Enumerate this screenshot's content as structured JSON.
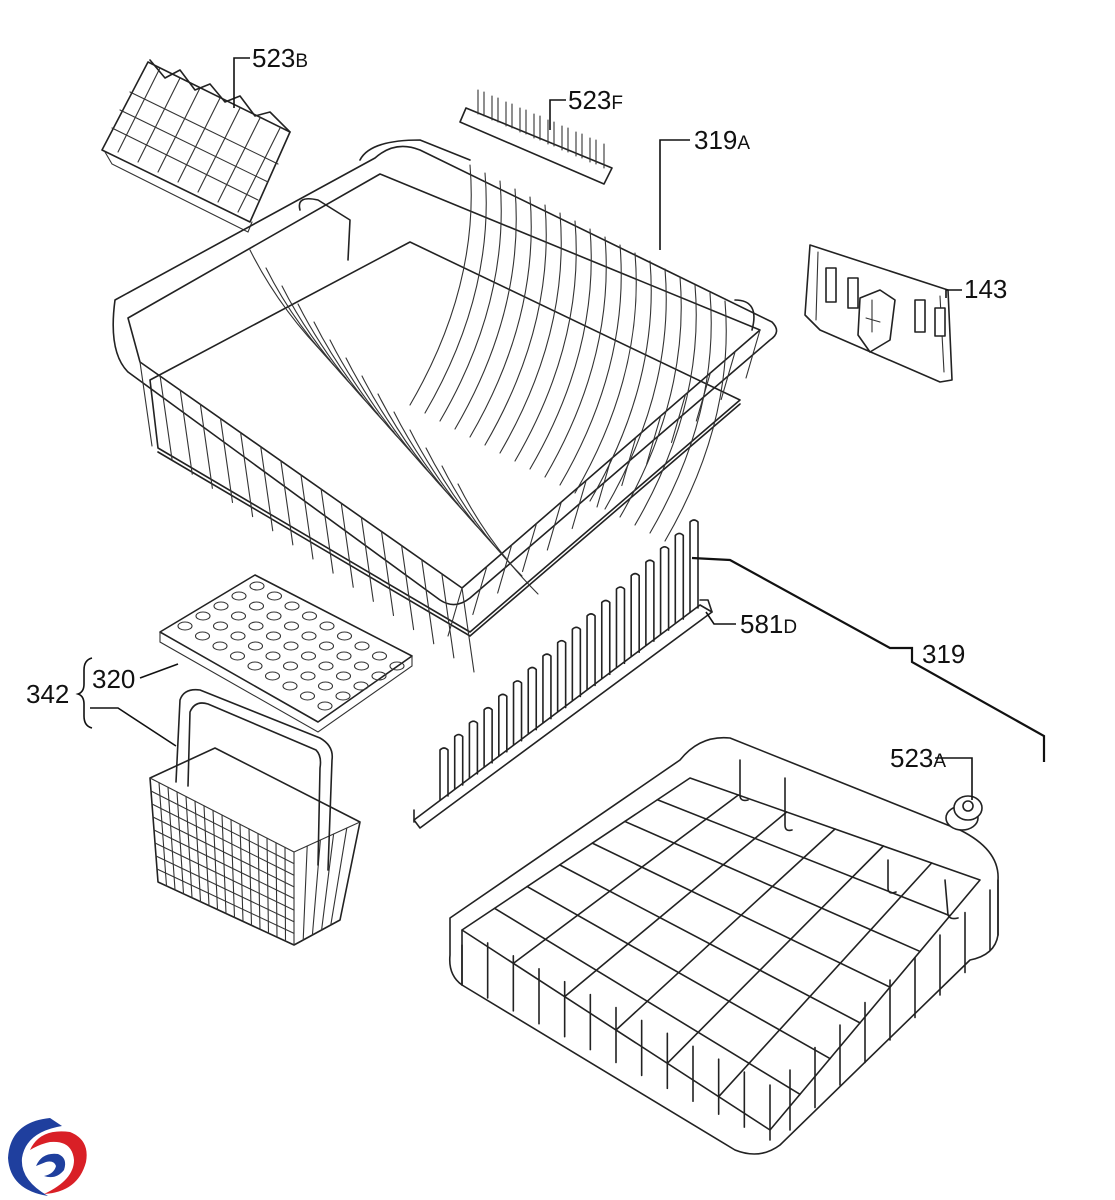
{
  "diagram": {
    "callouts": [
      {
        "id": "callout-523b",
        "number": "523",
        "suffix": "B"
      },
      {
        "id": "callout-523f",
        "number": "523",
        "suffix": "F"
      },
      {
        "id": "callout-319a",
        "number": "319",
        "suffix": "A"
      },
      {
        "id": "callout-143",
        "number": "143",
        "suffix": ""
      },
      {
        "id": "callout-581d",
        "number": "581",
        "suffix": "D"
      },
      {
        "id": "callout-319",
        "number": "319",
        "suffix": ""
      },
      {
        "id": "callout-320",
        "number": "320",
        "suffix": ""
      },
      {
        "id": "callout-342",
        "number": "342",
        "suffix": ""
      },
      {
        "id": "callout-523a",
        "number": "523",
        "suffix": "A"
      }
    ],
    "logo": {
      "icon": "brand-swirl-logo",
      "colors": [
        "#1f3f9e",
        "#d91f26"
      ]
    }
  }
}
